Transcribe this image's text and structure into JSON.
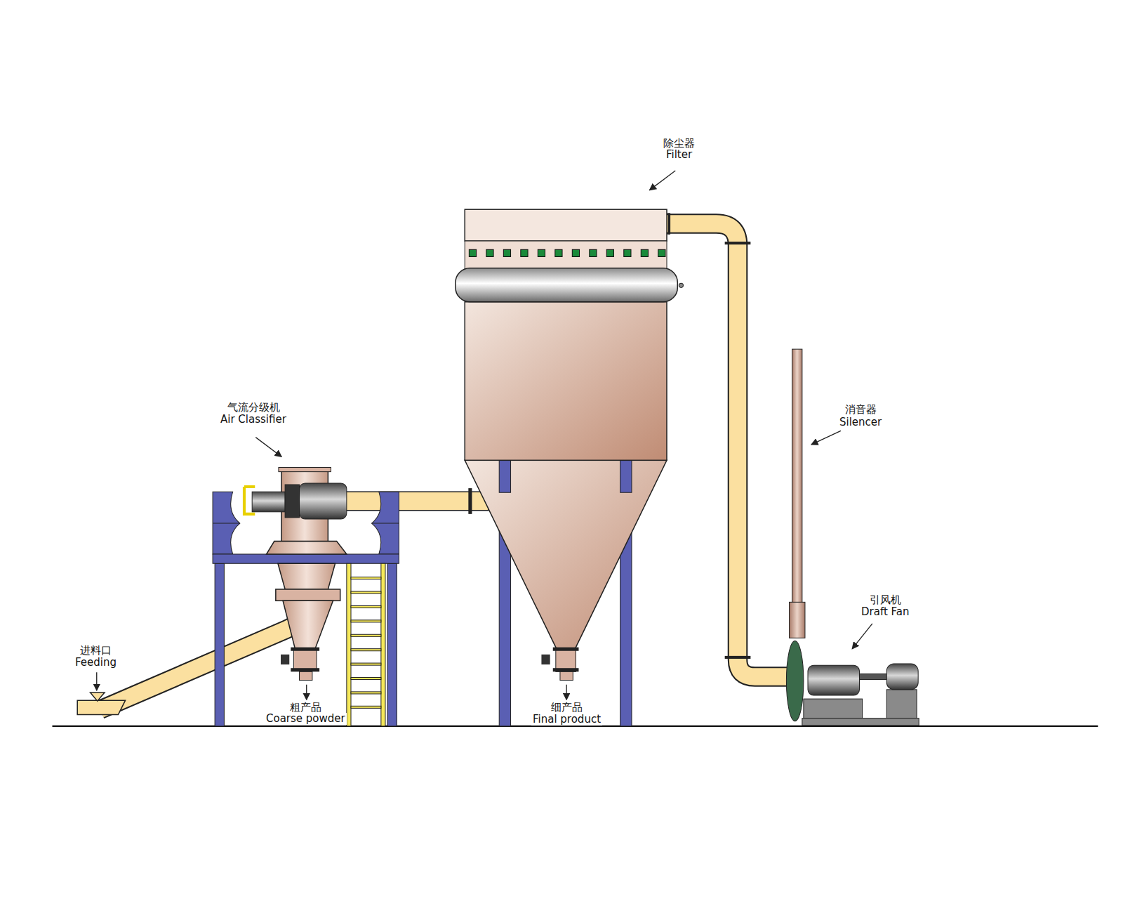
{
  "diagram": {
    "labels": [
      "除尘器",
      "Filter",
      "气流分级机",
      "Air Classifier",
      "消音器",
      "Silencer",
      "引风机",
      "Draft Fan",
      "进料口",
      "Feeding",
      "粗产品",
      "Coarse powder",
      "细产品",
      "Final product"
    ]
  }
}
